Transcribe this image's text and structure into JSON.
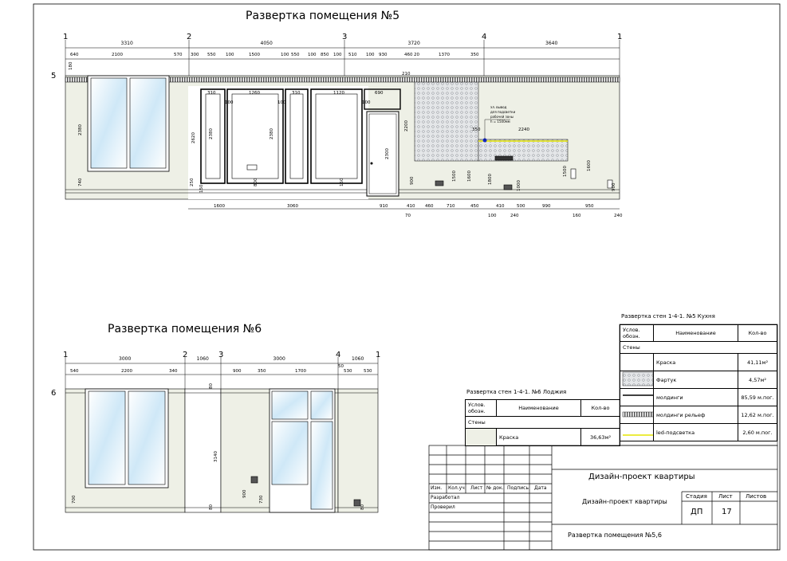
{
  "titles": {
    "room5": "Развертка помещения №5",
    "room6": "Развертка помещения №6"
  },
  "room5": {
    "axes": [
      "1",
      "2",
      "3",
      "4",
      "1"
    ],
    "axis_spans": [
      "3310",
      "4050",
      "3720",
      "3640"
    ],
    "row_label": "5",
    "top_dims": [
      "640",
      "2100",
      "570",
      "300",
      "550",
      "100",
      "1500",
      "100",
      "550",
      "100",
      "850",
      "100",
      "510",
      "100",
      "930",
      "460",
      "20",
      "1370",
      "350"
    ],
    "bottom_dims": [
      "1600",
      "3060",
      "910",
      "410",
      "460",
      "710",
      "450",
      "410",
      "500",
      "990",
      "950",
      "100",
      "240",
      "160",
      "240"
    ],
    "vert_dims": [
      "180",
      "2380",
      "740",
      "2620",
      "2380",
      "250",
      "150",
      "2380",
      "800",
      "150",
      "2300",
      "900",
      "2200",
      "1500",
      "1600",
      "1800",
      "1000",
      "1500",
      "1600",
      "900"
    ],
    "frame_labels": [
      "310",
      "1260",
      "310",
      "1120",
      "690",
      "100",
      "100",
      "100"
    ],
    "small_dims": [
      "210",
      "70",
      "350",
      "2240"
    ],
    "note_lines": [
      "эл. вывод",
      "для подсветки",
      "рабочей зоны",
      "h = 1500мм"
    ]
  },
  "room6": {
    "axes": [
      "1",
      "2",
      "3",
      "4",
      "1"
    ],
    "axis_spans": [
      "3000",
      "1060",
      "3000",
      "1060"
    ],
    "row_label": "6",
    "top_dims": [
      "540",
      "2200",
      "340",
      "900",
      "350",
      "1700",
      "50",
      "530",
      "530"
    ],
    "vert_dims": [
      "80",
      "3140",
      "700",
      "80",
      "900",
      "730",
      "80"
    ]
  },
  "spec5": {
    "title": "Развертка стен 1-4-1. №5 Кухня",
    "head": [
      "Услов. обозн.",
      "Наименование",
      "Кол-во"
    ],
    "section": "Стены",
    "rows": [
      {
        "name": "Краска",
        "qty": "41,11м²"
      },
      {
        "name": "Фартук",
        "qty": "4,57м²"
      },
      {
        "name": "молдинги",
        "qty": "85,59 м.пог."
      },
      {
        "name": "молдинги рельеф",
        "qty": "12,62 м.пог."
      },
      {
        "name": "led-подсветка",
        "qty": "2,60 м.пог."
      }
    ]
  },
  "spec6": {
    "title": "Развертка стен 1-4-1. №6 Лоджия",
    "head": [
      "Услов. обозн.",
      "Наименование",
      "Кол-во"
    ],
    "section": "Стены",
    "rows": [
      {
        "name": "Краска",
        "qty": "36,63м²"
      }
    ]
  },
  "stamp": {
    "headers": [
      "Изм.",
      "Кол.уч",
      "Лист",
      "№ док.",
      "Подпись",
      "Дата"
    ],
    "developed": "Разработал",
    "checked": "Проверил",
    "project": "Дизайн-проект квартиры",
    "project_small": "Дизайн-проект квартиры",
    "sheet_name": "Развертка помещения №5,6",
    "stage_label": "Стадия",
    "sheet_label": "Лист",
    "sheets_label": "Листов",
    "stage": "ДП",
    "sheet": "17",
    "sheets": ""
  },
  "colors": {
    "wall": "#eef0e6",
    "glass": "#cfe8f7",
    "apron": "#cfd3d6",
    "led": "#e6e600",
    "accent": "#1428c8"
  }
}
